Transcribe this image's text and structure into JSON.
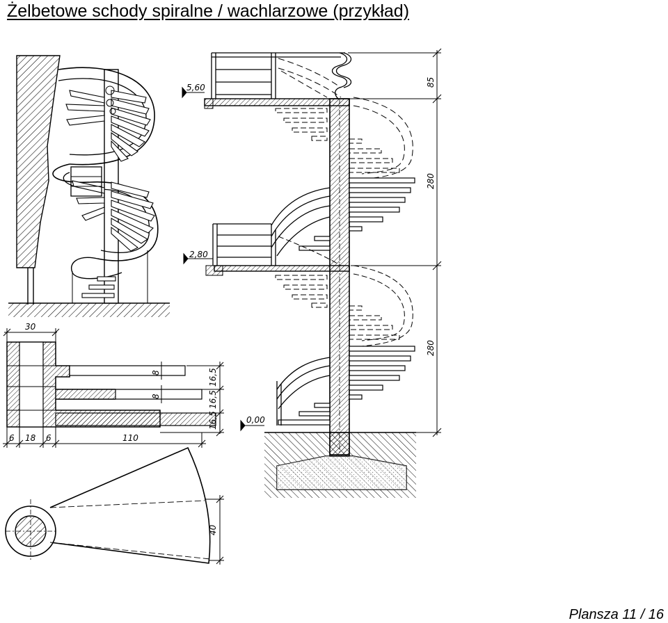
{
  "page": {
    "title": "Żelbetowe schody spiralne / wachlarzowe (przykład)",
    "footer": "Plansza 11 / 16"
  },
  "elevation": {
    "levels": [
      "5,60",
      "2,80",
      "0,00"
    ],
    "heights": [
      "85",
      "280",
      "280"
    ]
  },
  "section": {
    "top_width": "30",
    "thicknesses": [
      "8",
      "8"
    ],
    "steps": [
      "16,5",
      "16,5",
      "16,5"
    ],
    "bottom_widths": [
      "6",
      "18",
      "6",
      "110"
    ]
  },
  "plan": {
    "width": "40"
  }
}
